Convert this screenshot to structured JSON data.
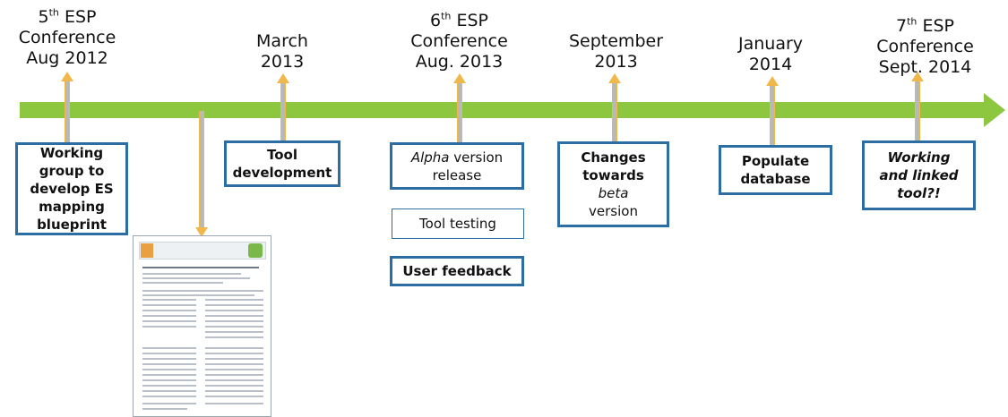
{
  "milestones": [
    {
      "prefix": "5",
      "sup": "th",
      "line1_rest": " ESP",
      "line2": "Conference",
      "line3": "Aug 2012"
    },
    {
      "line1": "March",
      "line2": "2013"
    },
    {
      "prefix": "6",
      "sup": "th",
      "line1_rest": " ESP",
      "line2": "Conference",
      "line3": "Aug. 2013"
    },
    {
      "line1": "September",
      "line2": "2013"
    },
    {
      "line1": "January",
      "line2": "2014"
    },
    {
      "prefix": "7",
      "sup": "th",
      "line1_rest": " ESP",
      "line2": "Conference",
      "line3": "Sept. 2014"
    }
  ],
  "boxes": {
    "working_group": [
      "Working",
      "group to",
      "develop ES",
      "mapping",
      "blueprint"
    ],
    "tool_development": [
      "Tool",
      "development"
    ],
    "alpha_release": {
      "italic": "Alpha",
      "rest": " version",
      "line2": "release"
    },
    "tool_testing": "Tool testing",
    "user_feedback": "User feedback",
    "changes_beta": {
      "line1": "Changes",
      "line2": "towards",
      "italic": "beta",
      "line4": "version"
    },
    "populate_db": [
      "Populate",
      "database"
    ],
    "working_linked": [
      "Working",
      "and linked",
      "tool?!"
    ]
  },
  "colors": {
    "timeline": "#8dc63f",
    "box_border": "#2c6ea3",
    "connector": "#f0b84a"
  }
}
